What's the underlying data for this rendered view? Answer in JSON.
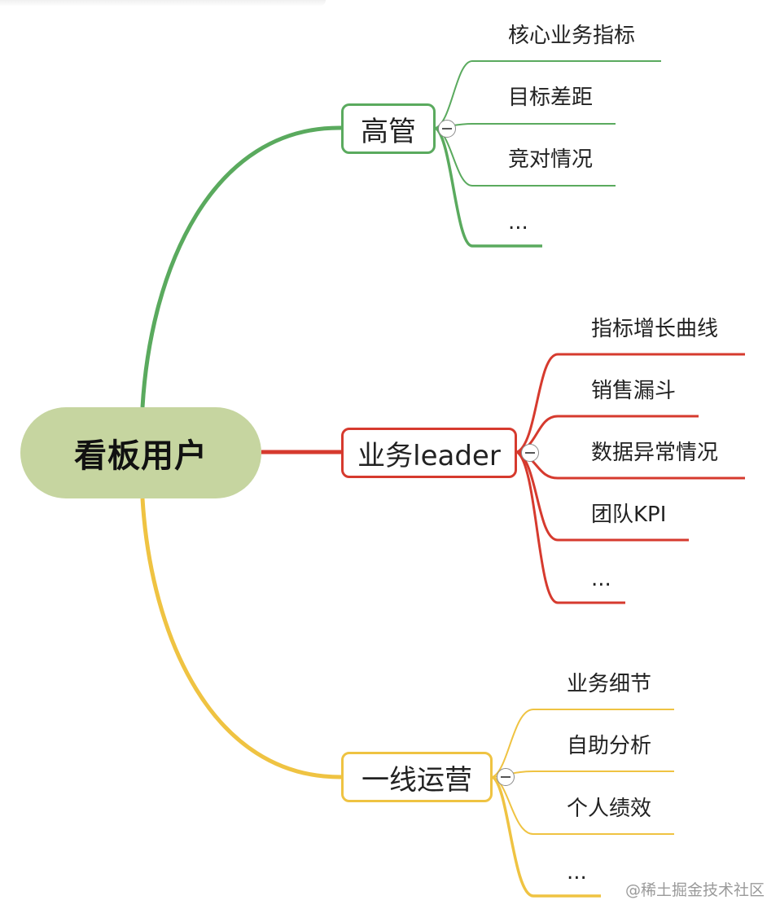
{
  "root": {
    "label": "看板用户",
    "color": "#c6d5a0"
  },
  "branches": [
    {
      "label": "高管",
      "color": "#5aaa5e",
      "children": [
        "核心业务指标",
        "目标差距",
        "竞对情况",
        "..."
      ]
    },
    {
      "label": "业务leader",
      "color": "#d63a2e",
      "children": [
        "指标增长曲线",
        "销售漏斗",
        "数据异常情况",
        "团队KPI",
        "..."
      ]
    },
    {
      "label": "一线运营",
      "color": "#efc342",
      "children": [
        "业务细节",
        "自助分析",
        "个人绩效",
        "..."
      ]
    }
  ],
  "watermark": "@稀土掘金技术社区"
}
